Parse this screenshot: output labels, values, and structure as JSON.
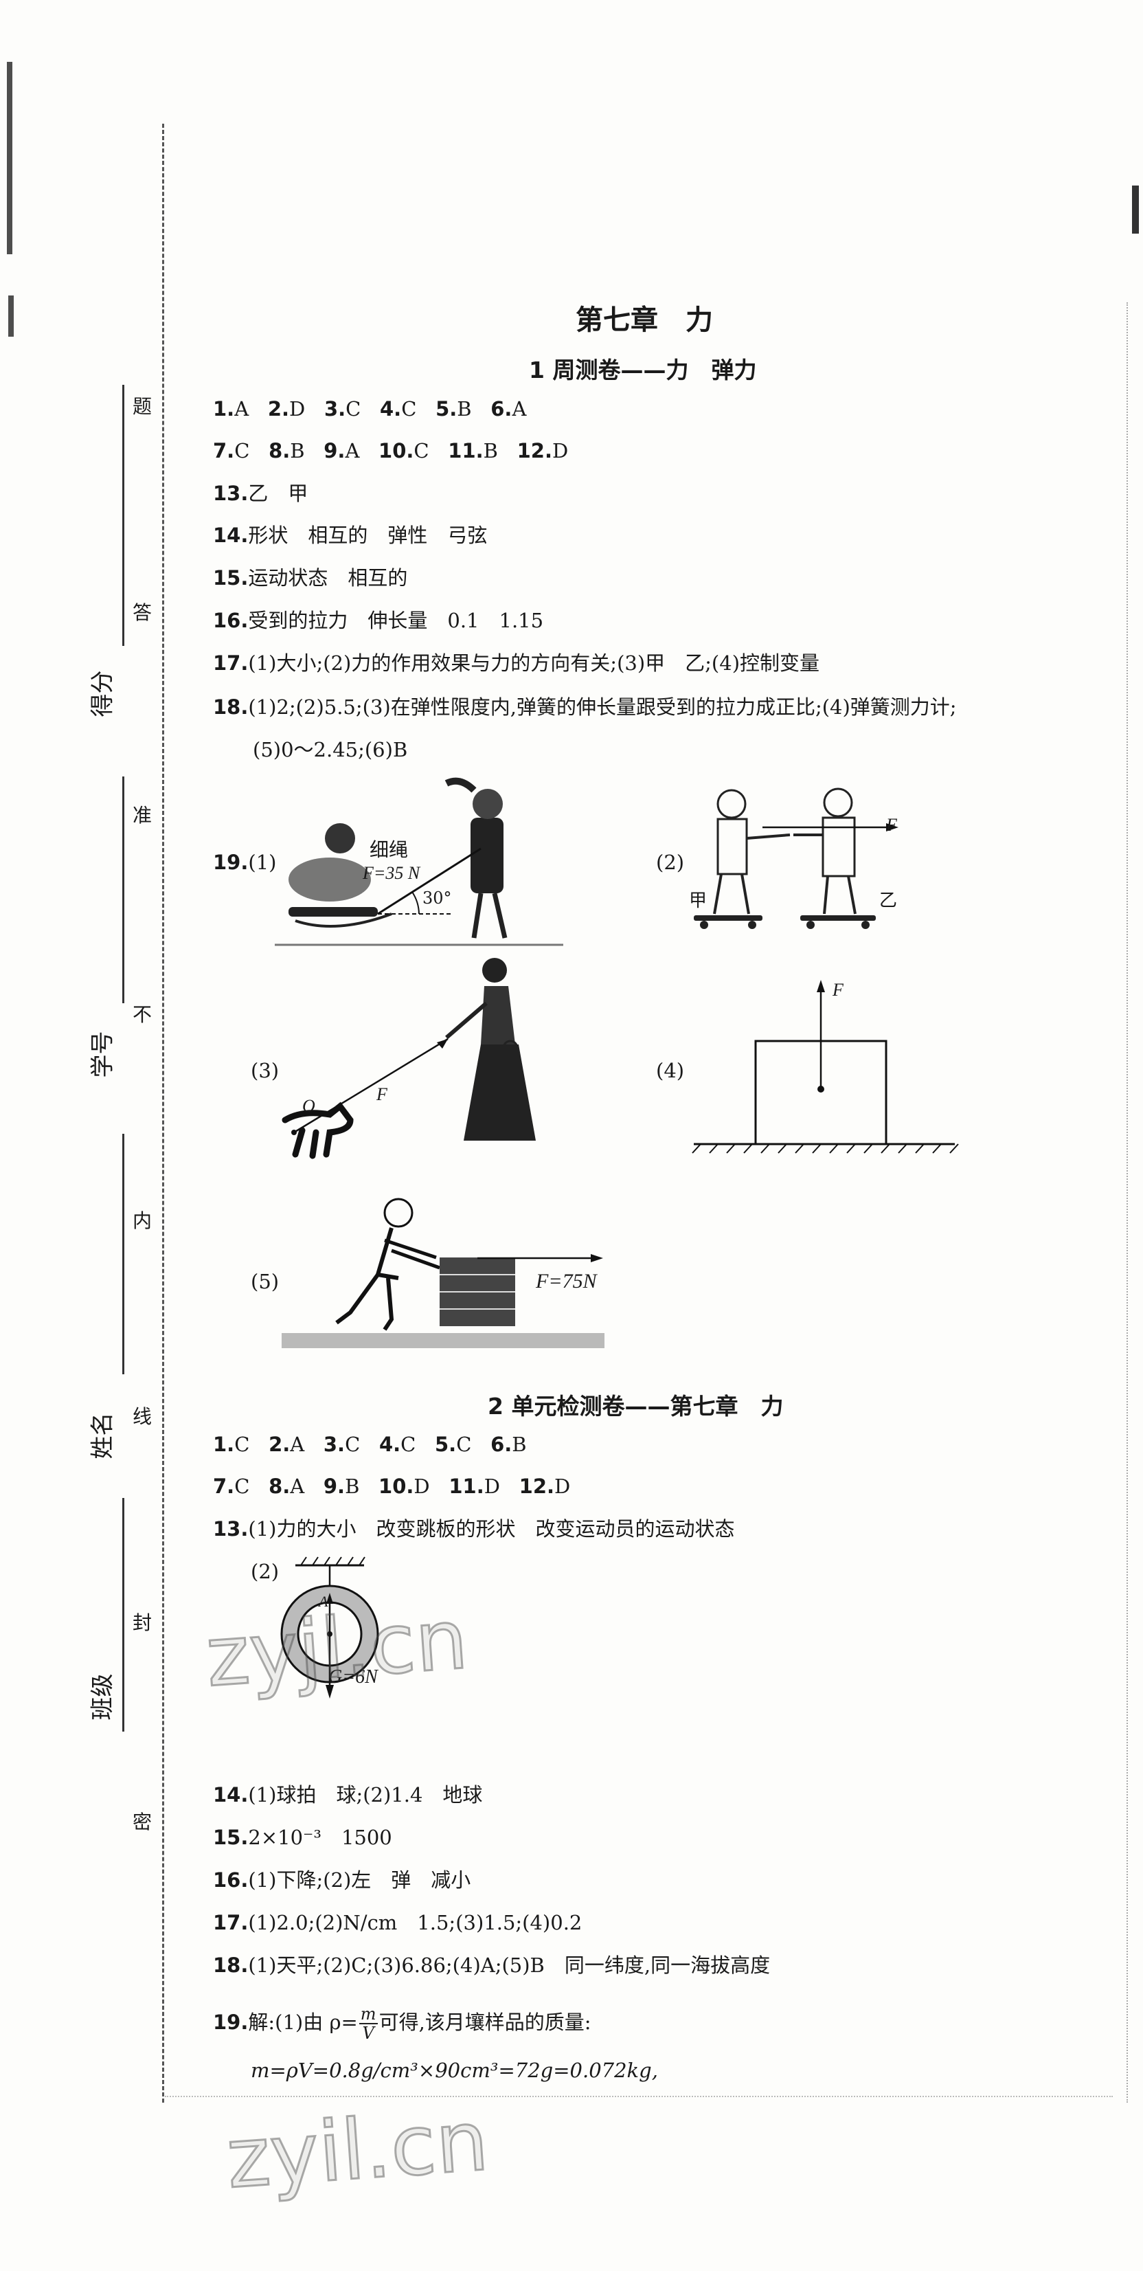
{
  "margin": {
    "fields": [
      "班级",
      "姓名",
      "学号",
      "得分"
    ],
    "seal_chars": [
      "题",
      "答",
      "准",
      "不",
      "内",
      "线",
      "封",
      "密"
    ]
  },
  "chapter_title": "第七章　力",
  "section1": {
    "title": "1 周测卷——力　弹力",
    "rows": [
      [
        {
          "n": "1.",
          "a": "A"
        },
        {
          "n": "2.",
          "a": "D"
        },
        {
          "n": "3.",
          "a": "C"
        },
        {
          "n": "4.",
          "a": "C"
        },
        {
          "n": "5.",
          "a": "B"
        },
        {
          "n": "6.",
          "a": "A"
        }
      ],
      [
        {
          "n": "7.",
          "a": "C"
        },
        {
          "n": "8.",
          "a": "B"
        },
        {
          "n": "9.",
          "a": "A"
        },
        {
          "n": "10.",
          "a": "C"
        },
        {
          "n": "11.",
          "a": "B"
        },
        {
          "n": "12.",
          "a": "D"
        }
      ]
    ],
    "q13": {
      "n": "13.",
      "t": "乙　甲"
    },
    "q14": {
      "n": "14.",
      "t": "形状　相互的　弹性　弓弦"
    },
    "q15": {
      "n": "15.",
      "t": "运动状态　相互的"
    },
    "q16": {
      "n": "16.",
      "t": "受到的拉力　伸长量　0.1　1.15"
    },
    "q17": {
      "n": "17.",
      "t": "(1)大小;(2)力的作用效果与力的方向有关;(3)甲　乙;(4)控制变量"
    },
    "q18": {
      "n": "18.",
      "t": "(1)2;(2)5.5;(3)在弹性限度内,弹簧的伸长量跟受到的拉力成正比;(4)弹簧测力计;",
      "t2": "(5)0～2.45;(6)B"
    },
    "q19": {
      "n": "19.",
      "p1": "(1)",
      "p1_rope": "细绳",
      "p1_force": "F=35 N",
      "p1_angle": "30°",
      "p2": "(2)",
      "p2_f": "F",
      "p2_jia": "甲",
      "p2_yi": "乙",
      "p3": "(3)",
      "p3_o": "O",
      "p3_f": "F",
      "p4": "(4)",
      "p4_f": "F",
      "p5": "(5)",
      "p5_force": "F=75N"
    }
  },
  "section2": {
    "title": "2 单元检测卷——第七章　力",
    "rows": [
      [
        {
          "n": "1.",
          "a": "C"
        },
        {
          "n": "2.",
          "a": "A"
        },
        {
          "n": "3.",
          "a": "C"
        },
        {
          "n": "4.",
          "a": "C"
        },
        {
          "n": "5.",
          "a": "C"
        },
        {
          "n": "6.",
          "a": "B"
        }
      ],
      [
        {
          "n": "7.",
          "a": "C"
        },
        {
          "n": "8.",
          "a": "A"
        },
        {
          "n": "9.",
          "a": "B"
        },
        {
          "n": "10.",
          "a": "D"
        },
        {
          "n": "11.",
          "a": "D"
        },
        {
          "n": "12.",
          "a": "D"
        }
      ]
    ],
    "q13": {
      "n": "13.",
      "t": "(1)力的大小　改变跳板的形状　改变运动员的运动状态",
      "p2": "(2)",
      "label_a": "A",
      "label_g": "G=6N"
    },
    "q14": {
      "n": "14.",
      "t": "(1)球拍　球;(2)1.4　地球"
    },
    "q15": {
      "n": "15.",
      "t": "2×10⁻³　1500"
    },
    "q16": {
      "n": "16.",
      "t": "(1)下降;(2)左　弹　减小"
    },
    "q17": {
      "n": "17.",
      "t": "(1)2.0;(2)N/cm　1.5;(3)1.5;(4)0.2"
    },
    "q18": {
      "n": "18.",
      "t": "(1)天平;(2)C;(3)6.86;(4)A;(5)B　同一纬度,同一海拔高度"
    },
    "q19": {
      "n": "19.",
      "t_a": "解:(1)由 ρ=",
      "frac_num": "m",
      "frac_den": "V",
      "t_b": "可得,该月壤样品的质量:",
      "t2": "m=ρV=0.8g/cm³×90cm³=72g=0.072kg,"
    }
  },
  "watermarks": [
    "zyjl.cn",
    "zyil.cn"
  ]
}
